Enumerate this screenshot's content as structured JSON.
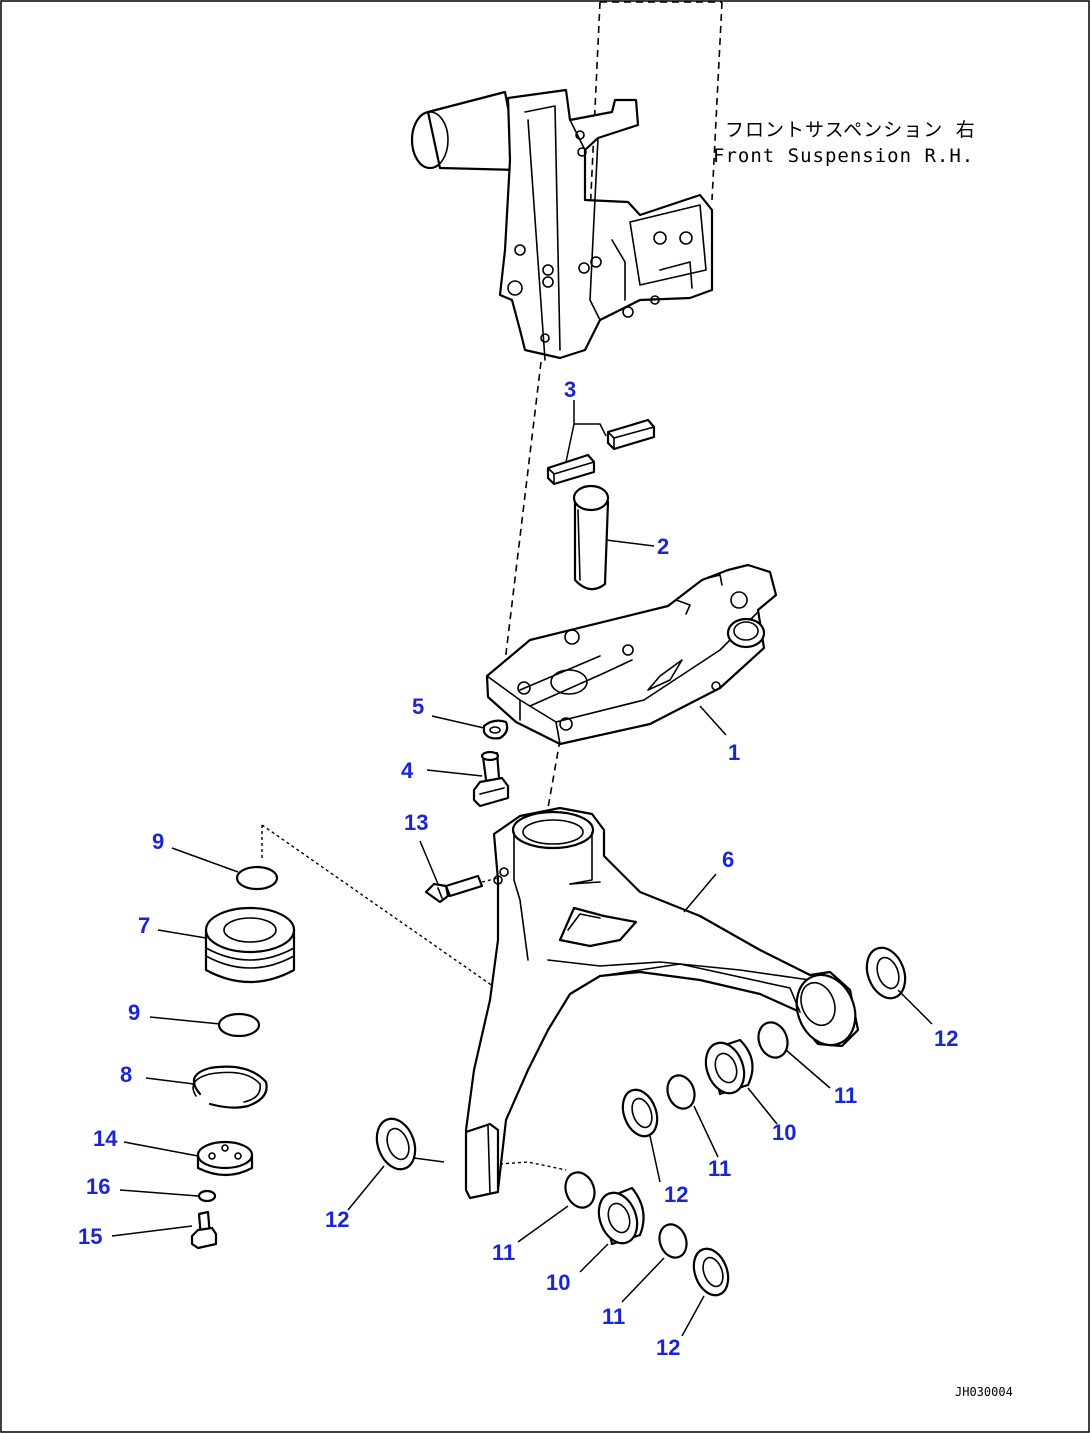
{
  "caption": {
    "ja": "フロントサスペンション 右",
    "en": "Front Suspension R.H."
  },
  "doc_id": "JH030004",
  "accent_color": "#1a26d6",
  "callouts": [
    {
      "id": "c3",
      "label": "3"
    },
    {
      "id": "c2",
      "label": "2"
    },
    {
      "id": "c1",
      "label": "1"
    },
    {
      "id": "c5",
      "label": "5"
    },
    {
      "id": "c4",
      "label": "4"
    },
    {
      "id": "c13",
      "label": "13"
    },
    {
      "id": "c9a",
      "label": "9"
    },
    {
      "id": "c6",
      "label": "6"
    },
    {
      "id": "c7",
      "label": "7"
    },
    {
      "id": "c9b",
      "label": "9"
    },
    {
      "id": "c12a",
      "label": "12"
    },
    {
      "id": "c8",
      "label": "8"
    },
    {
      "id": "c11a",
      "label": "11"
    },
    {
      "id": "c10a",
      "label": "10"
    },
    {
      "id": "c14",
      "label": "14"
    },
    {
      "id": "c11b",
      "label": "11"
    },
    {
      "id": "c16",
      "label": "16"
    },
    {
      "id": "c12b",
      "label": "12"
    },
    {
      "id": "c15",
      "label": "15"
    },
    {
      "id": "c12c",
      "label": "12"
    },
    {
      "id": "c11c",
      "label": "11"
    },
    {
      "id": "c10b",
      "label": "10"
    },
    {
      "id": "c11d",
      "label": "11"
    },
    {
      "id": "c12d",
      "label": "12"
    }
  ]
}
